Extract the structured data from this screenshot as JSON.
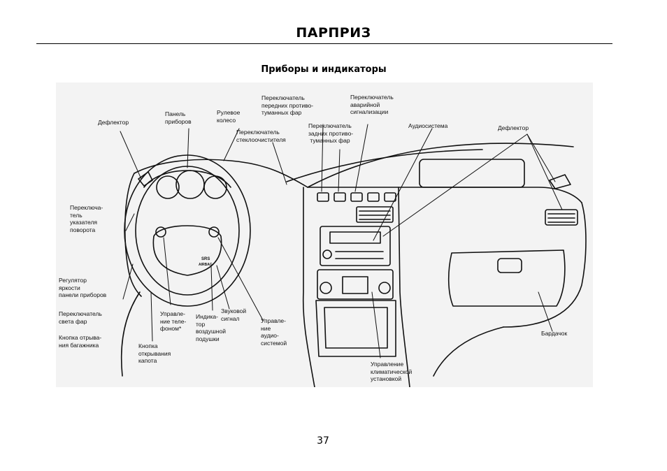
{
  "header": {
    "title": "ПАРПРИЗ"
  },
  "section": {
    "subtitle": "Приборы и индикаторы"
  },
  "figure": {
    "labels": {
      "deflector_left": "Дефлектор",
      "instrument_panel": "Панель\nприборов",
      "steering_wheel": "Рулевое\nколесо",
      "front_fog_switch": "Переключатель\nпередних противо-\nтуманных фар",
      "hazard_switch": "Переключатель\nаварийной\nсигнализации",
      "wiper_switch": "Переключатель\nстеклоочистителя",
      "rear_fog_switch": "Переключатель\nзадних противо-\n туманных фар",
      "audio_system": "Аудиосистема",
      "deflector_right": "Дефлектор",
      "turn_signal_switch": "Переключа-\nтель\nуказателя\nповорота",
      "brightness_regulator": "Регулятор\nяркости\nпанели приборов",
      "headlight_switch": "Переключатель\nсвета фар",
      "trunk_release": "Кнопка отрыва-\nния багажника",
      "hood_release": "Кнопка\nоткрывания\nкапота",
      "phone_control": "Управле-\nние теле-\nфоном*",
      "airbag_indicator": "Индика-\nтор\nвоздушной\nподушки",
      "horn": "Звуковой\nсигнал",
      "audio_control": "Управле-\nние\nаудио-\nсистемой",
      "climate_control": "Управление\nклиматической\nустановкой",
      "glovebox": "Бардачок",
      "srs_text": "SRS",
      "airbag_text": "AIRBAG"
    }
  },
  "footer": {
    "page_number": "37"
  }
}
